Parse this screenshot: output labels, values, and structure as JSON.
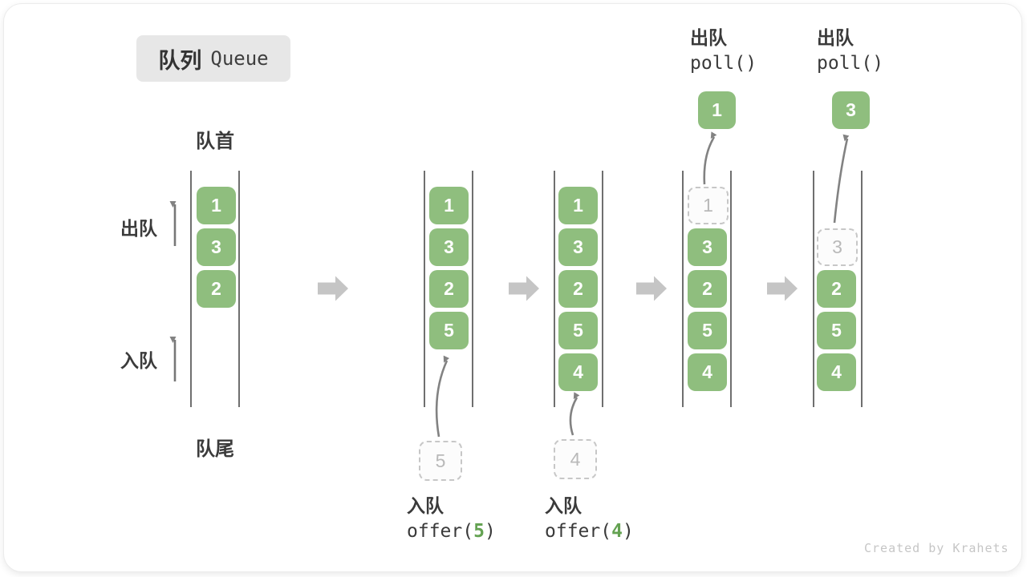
{
  "header": {
    "badge_zh": "队列",
    "badge_en": "Queue"
  },
  "labels": {
    "front": "队首",
    "rear": "队尾",
    "dequeue": "出队",
    "enqueue": "入队"
  },
  "queues": {
    "q1": {
      "cells": [
        "1",
        "3",
        "2"
      ]
    },
    "q2": {
      "cells": [
        "1",
        "3",
        "2",
        "5"
      ],
      "incoming": "5"
    },
    "q3": {
      "cells": [
        "1",
        "3",
        "2",
        "5",
        "4"
      ],
      "incoming": "4"
    },
    "q4": {
      "ghost": "1",
      "cells": [
        "3",
        "2",
        "5",
        "4"
      ],
      "popped": "1"
    },
    "q5": {
      "ghost": "3",
      "cells": [
        "2",
        "5",
        "4"
      ],
      "popped": "3"
    }
  },
  "operations": {
    "enqueue5": {
      "label": "入队",
      "code_pre": "offer(",
      "arg": "5",
      "code_post": ")"
    },
    "enqueue4": {
      "label": "入队",
      "code_pre": "offer(",
      "arg": "4",
      "code_post": ")"
    },
    "poll1": {
      "label": "出队",
      "code": "poll()"
    },
    "poll2": {
      "label": "出队",
      "code": "poll()"
    }
  },
  "watermark": "Created by Krahets",
  "colors": {
    "cell_green": "#8FBE7E",
    "arg_green": "#64A252",
    "arrow_gray": "#828282",
    "block_arrow_gray": "#C5C5C5",
    "ghost_gray": "#B9B9B9",
    "text_dark": "#3B3B3B"
  }
}
